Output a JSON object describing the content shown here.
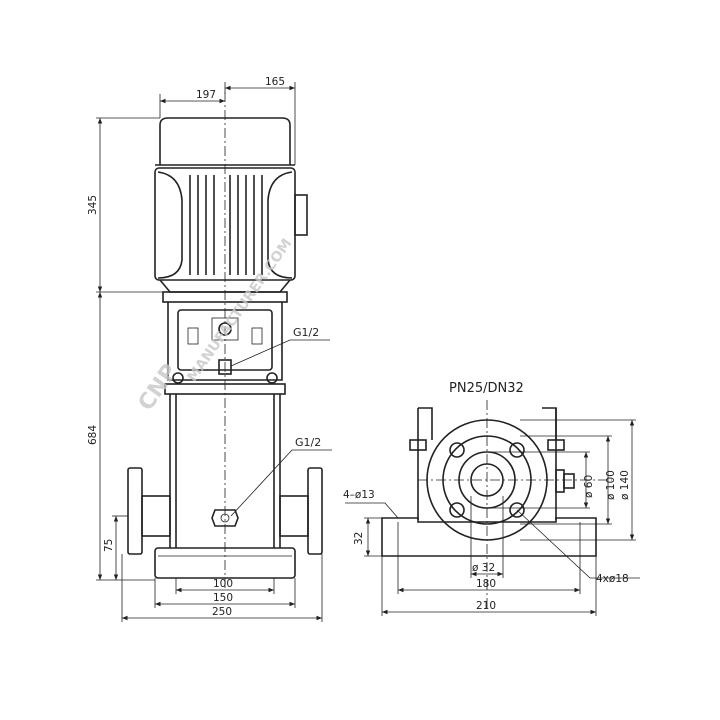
{
  "front_view": {
    "dim_motor_left": "197",
    "dim_motor_right": "165",
    "dim_motor_height": "345",
    "dim_pump_height": "684",
    "dim_inlet_height": "75",
    "dim_base_inner": "100",
    "dim_base_mid": "150",
    "dim_base_outer": "250",
    "port_upper": "G1/2",
    "port_lower": "G1/2"
  },
  "side_view": {
    "flange_spec": "PN25/DN32",
    "dim_d60": "ø 60",
    "dim_d100": "ø 100",
    "dim_d140": "ø 140",
    "dim_holes_base": "4–ø13",
    "dim_base_height": "32",
    "dim_d32": "ø 32",
    "dim_180": "180",
    "dim_210": "210",
    "dim_holes_flange": "4xø18"
  },
  "watermark": {
    "brand": "CNP",
    "url": "MANUFACTURER.COM"
  }
}
